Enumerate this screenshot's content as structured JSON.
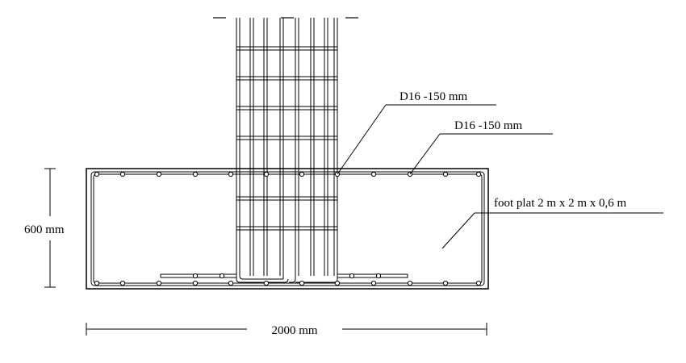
{
  "labels": {
    "column_rebar": "D16 -150 mm",
    "footing_rebar": "D16 -150 mm",
    "footing_description": "foot plat 2 m x 2 m x 0,6 m",
    "height_dimension": "600 mm",
    "width_dimension": "2000 mm"
  },
  "colors": {
    "line": "#000000",
    "background": "#ffffff"
  }
}
